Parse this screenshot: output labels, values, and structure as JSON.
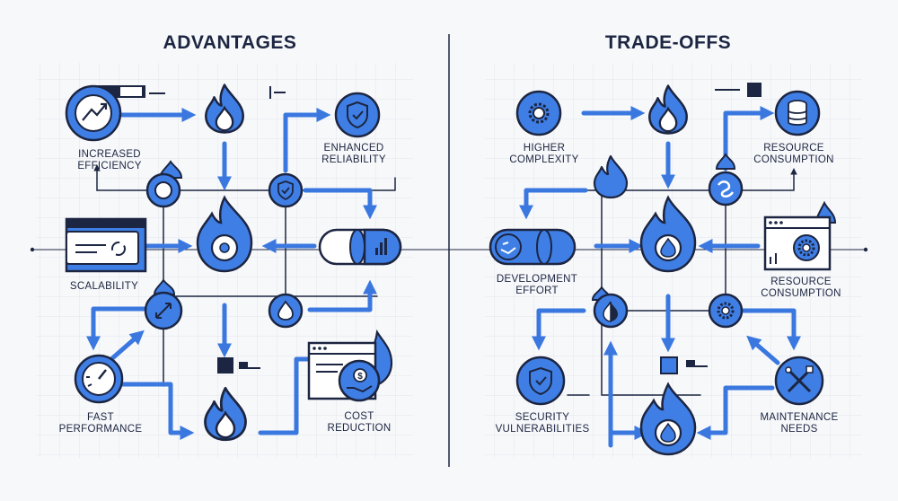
{
  "colors": {
    "accent": "#3a78e0",
    "dark": "#1c2541",
    "flame": "#3f7fe5",
    "grid": "#e3e6ec",
    "background": "#f7f8fa"
  },
  "left": {
    "title": "ADVANTAGES",
    "labels": {
      "increased_efficiency": [
        "INCREASED",
        "EFFICIENCY"
      ],
      "enhanced_reliability": [
        "ENHANCED",
        "RELIABILITY"
      ],
      "scalability": [
        "SCALABILITY"
      ],
      "fast_performance": [
        "FAST",
        "PERFORMANCE"
      ],
      "cost_reduction": [
        "COST",
        "REDUCTION"
      ]
    }
  },
  "right": {
    "title": "TRADE-OFFS",
    "labels": {
      "higher_complexity": [
        "HIGHER",
        "COMPLEXITY"
      ],
      "resource_consumption_top": [
        "RESOURCE",
        "CONSUMPTION"
      ],
      "development_effort": [
        "DEVELOPMENT",
        "EFFORT"
      ],
      "resource_consumption_bottom": [
        "RESOURCE",
        "CONSUMPTION"
      ],
      "security_vulnerabilities": [
        "SECURITY",
        "VULNERABILITIES"
      ],
      "maintenance_needs": [
        "MAINTENANCE",
        "NEEDS"
      ]
    }
  },
  "icons": [
    "flame-icon",
    "trend-chart-icon",
    "shield-check-icon",
    "ring-icon",
    "toggle-window-icon",
    "bar-chart-capsule-icon",
    "expand-arrows-icon",
    "speedometer-icon",
    "browser-dollar-icon",
    "gear-icon",
    "database-icon",
    "swirl-icon",
    "hand-capsule-icon",
    "settings-window-icon",
    "drop-icon",
    "tools-icon",
    "small-square-icon"
  ]
}
